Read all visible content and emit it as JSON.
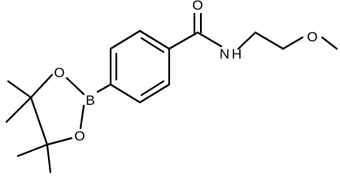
{
  "molecule": {
    "atoms": {
      "carbonyl_oxygen": "O",
      "amide_nitrogen": "N",
      "amide_hydrogen": "H",
      "ether_oxygen": "O",
      "boron": "B",
      "ring_oxygen_upper": "O",
      "ring_oxygen_lower": "O"
    },
    "colors": {
      "bond": "#000000",
      "label": "#000000",
      "background": "#ffffff"
    }
  }
}
